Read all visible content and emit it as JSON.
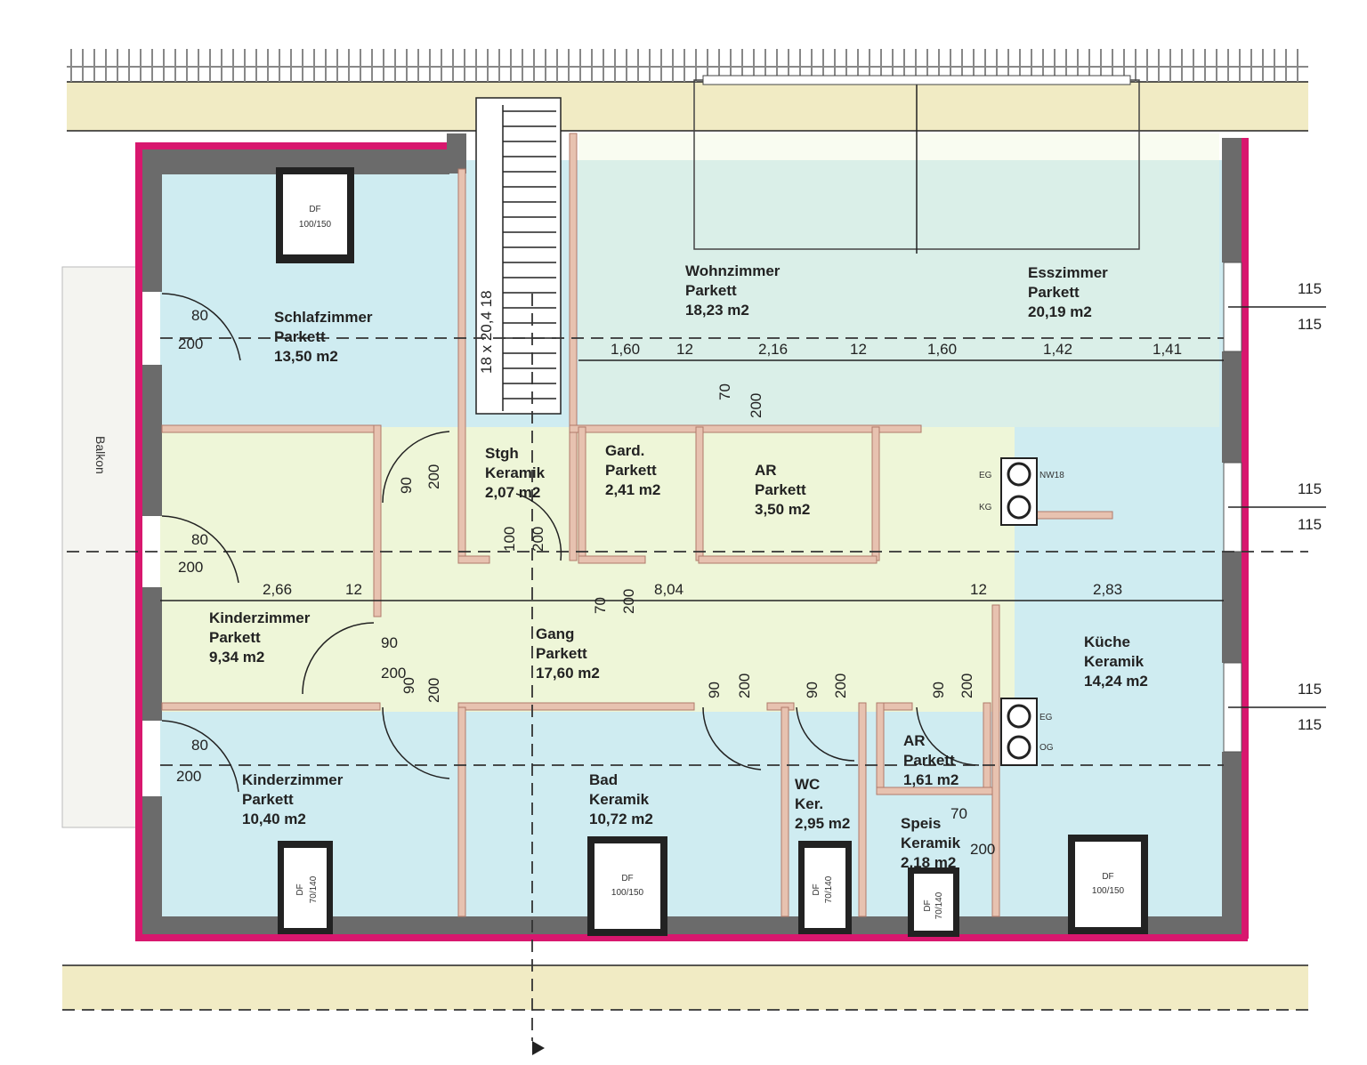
{
  "colors": {
    "exterior_wall_accent": "#d8176e",
    "wall": "#6b6b6b",
    "floor": "#cfecf1",
    "hall": "#eef6d8",
    "terrace": "#f1ebc4"
  },
  "rooms": [
    {
      "id": "schlafzimmer",
      "name": "Schlafzimmer",
      "floor": "Parkett",
      "area": "13,50 m2"
    },
    {
      "id": "wohnzimmer",
      "name": "Wohnzimmer",
      "floor": "Parkett",
      "area": "18,23 m2"
    },
    {
      "id": "esszimmer",
      "name": "Esszimmer",
      "floor": "Parkett",
      "area": "20,19 m2"
    },
    {
      "id": "stgh",
      "name": "Stgh",
      "floor": "Keramik",
      "area": "2,07 m2"
    },
    {
      "id": "gard",
      "name": "Gard.",
      "floor": "Parkett",
      "area": "2,41 m2"
    },
    {
      "id": "ar1",
      "name": "AR",
      "floor": "Parkett",
      "area": "3,50 m2"
    },
    {
      "id": "kinder1",
      "name": "Kinderzimmer",
      "floor": "Parkett",
      "area": "9,34 m2"
    },
    {
      "id": "gang",
      "name": "Gang",
      "floor": "Parkett",
      "area": "17,60 m2"
    },
    {
      "id": "kueche",
      "name": "Küche",
      "floor": "Keramik",
      "area": "14,24 m2"
    },
    {
      "id": "kinder2",
      "name": "Kinderzimmer",
      "floor": "Parkett",
      "area": "10,40 m2"
    },
    {
      "id": "bad",
      "name": "Bad",
      "floor": "Keramik",
      "area": "10,72 m2"
    },
    {
      "id": "wc",
      "name": "WC",
      "floor": "Ker.",
      "area": "2,95 m2"
    },
    {
      "id": "ar2",
      "name": "AR",
      "floor": "Parkett",
      "area": "1,61 m2"
    },
    {
      "id": "speis",
      "name": "Speis",
      "floor": "Keramik",
      "area": "2,18 m2"
    }
  ],
  "skylights": [
    {
      "id": "df1",
      "line1": "DF",
      "line2": "100/150"
    },
    {
      "id": "df2",
      "line1": "DF",
      "line2": "70/140"
    },
    {
      "id": "df3",
      "line1": "DF",
      "line2": "100/150"
    },
    {
      "id": "df4",
      "line1": "DF",
      "line2": "70/140"
    },
    {
      "id": "df5",
      "line1": "DF",
      "line2": "70/140"
    },
    {
      "id": "df6",
      "line1": "DF",
      "line2": "100/150"
    }
  ],
  "balcony_label": "Balkon",
  "stair_label": "18 x 20,4 18",
  "vent_labels": [
    "EG",
    "KG",
    "NW18",
    "EG",
    "OG"
  ],
  "dimensions": {
    "row1": [
      "1,60",
      "12",
      "2,16",
      "12",
      "1,60",
      "1,42",
      "1,41"
    ],
    "row2": [
      "2,66",
      "12",
      "8,04",
      "12",
      "2,83"
    ],
    "side": [
      "115",
      "115",
      "115",
      "115",
      "115",
      "115"
    ],
    "doors": [
      "80",
      "200",
      "80",
      "200",
      "80",
      "200",
      "90",
      "200",
      "90",
      "200",
      "90",
      "200",
      "70",
      "200",
      "100",
      "200",
      "70",
      "200",
      "90",
      "200",
      "90",
      "200",
      "90",
      "200",
      "70",
      "200"
    ]
  }
}
